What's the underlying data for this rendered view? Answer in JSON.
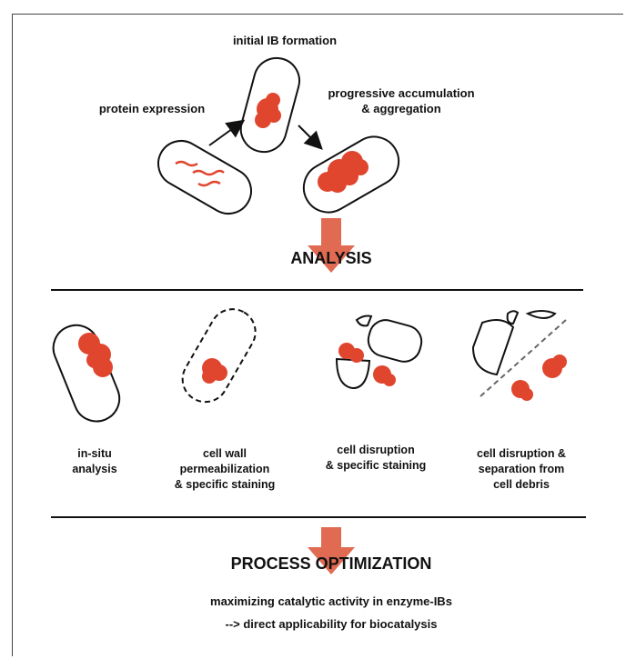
{
  "colors": {
    "ib": "#e0452e",
    "arrow_big": "#e06a52",
    "outline": "#111111",
    "rule": "#111111"
  },
  "stage1": {
    "protein_expression": "protein expression",
    "initial_ib": "initial IB formation",
    "progressive_line1": "progressive accumulation",
    "progressive_line2": "& aggregation"
  },
  "analysis_heading": "ANALYSIS",
  "methods": [
    {
      "lines": [
        "in-situ",
        "analysis"
      ]
    },
    {
      "lines": [
        "cell wall",
        "permeabilization",
        "& specific staining"
      ]
    },
    {
      "lines": [
        "cell disruption",
        "& specific staining"
      ]
    },
    {
      "lines": [
        "cell disruption &",
        "separation from",
        "cell debris"
      ]
    }
  ],
  "optimization_heading": "PROCESS OPTIMIZATION",
  "conclusion_line1": "maximizing catalytic activity in enzyme-IBs",
  "conclusion_line2": "--> direct applicability for biocatalysis"
}
